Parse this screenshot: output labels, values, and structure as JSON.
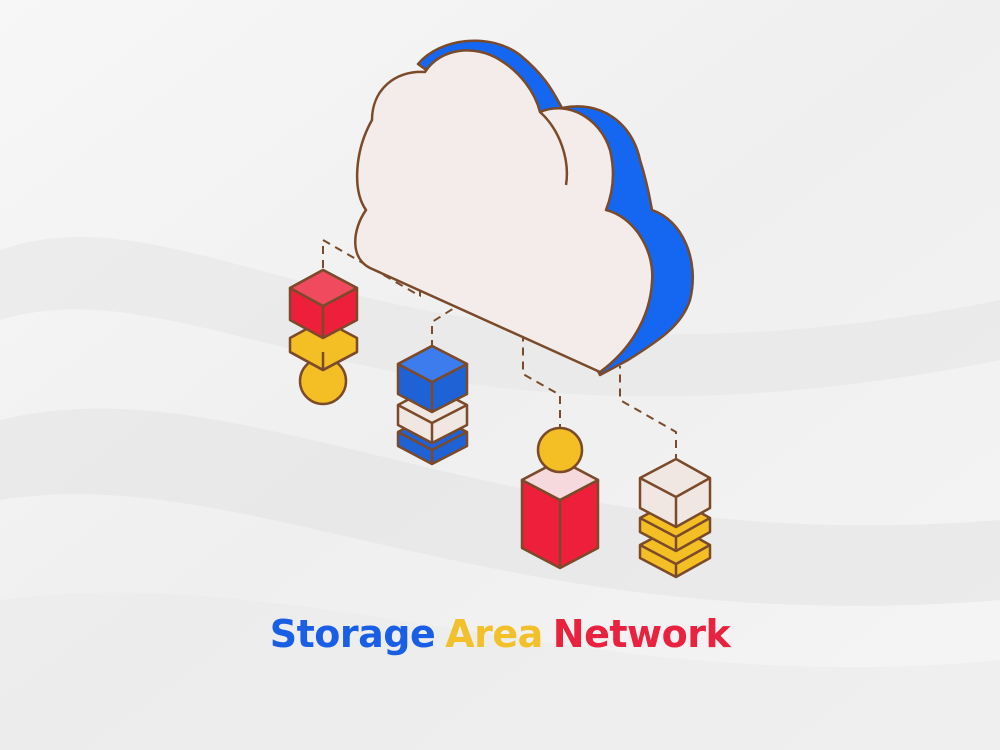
{
  "caption": {
    "words": [
      "Storage",
      "Area",
      "Network"
    ],
    "colors": [
      "#1a5ee6",
      "#f2c02a",
      "#e8223f"
    ]
  },
  "palette": {
    "outline": "#7a4a2a",
    "cloud_fill": "#f3ecea",
    "cloud_side": "#1566f0",
    "blue": "#1f62d6",
    "red": "#ee1f3a",
    "yellow": "#f4bf25",
    "cream": "#f1e7e2",
    "brown": "#8a5a3a",
    "background": "#f2f2f2"
  },
  "diagram": {
    "central_node": "cloud-icon",
    "nodes": [
      {
        "id": "node-1",
        "icon": "server-stack-with-sphere-icon",
        "color": "red"
      },
      {
        "id": "node-2",
        "icon": "server-stack-icon",
        "color": "blue"
      },
      {
        "id": "node-3",
        "icon": "user-icon",
        "color": "red"
      },
      {
        "id": "node-4",
        "icon": "storage-stack-icon",
        "color": "cream"
      }
    ],
    "connections": [
      "cloud-to-node-1",
      "cloud-to-node-2",
      "cloud-to-node-3",
      "cloud-to-node-4"
    ]
  }
}
